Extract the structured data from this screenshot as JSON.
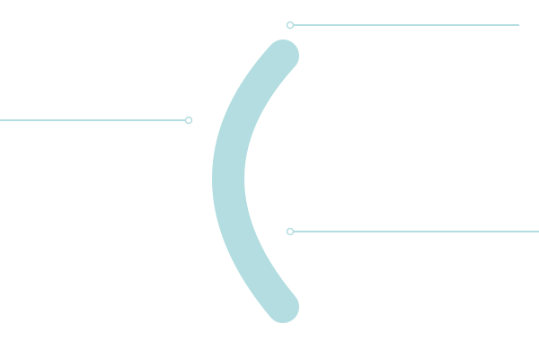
{
  "diagram": {
    "type": "arc-callout",
    "colors": {
      "background": "#ffffff",
      "arc": "#b3dde0",
      "callout_line": "#b3dde0",
      "callout_dot_fill": "#ffffff"
    },
    "arc": {
      "shape": "left-facing-arc",
      "end_caps": "round"
    },
    "callouts": [
      {
        "id": "callout-top-right",
        "direction": "right",
        "label": ""
      },
      {
        "id": "callout-left",
        "direction": "left",
        "label": ""
      },
      {
        "id": "callout-bottom-right",
        "direction": "right",
        "label": ""
      }
    ]
  }
}
